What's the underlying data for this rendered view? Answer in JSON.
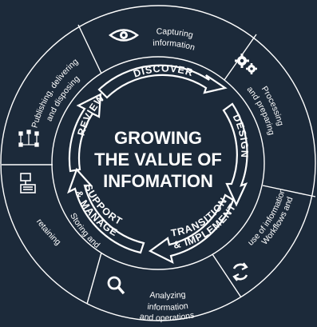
{
  "center": {
    "lines": [
      "GROWING",
      "THE VALUE OF",
      "INFOMATION"
    ]
  },
  "stages": [
    "DISCOVER",
    "DESIGN",
    "TRANSITION & IMPLEMENT",
    "SUPPORT & MANAGE",
    "REVIEW"
  ],
  "stage_lines": {
    "discover": [
      "DISCOVER"
    ],
    "design": [
      "DESIGN"
    ],
    "transition": [
      "TRANSITION",
      "& IMPLEMENT"
    ],
    "support": [
      "SUPPORT",
      "& MANAGE"
    ],
    "review": [
      "REVIEW"
    ]
  },
  "activities": {
    "capturing": [
      "Capturing",
      "information"
    ],
    "processing": [
      "Processing",
      "and preparing"
    ],
    "workflows": [
      "Workflows and",
      "use of information"
    ],
    "analyzing": [
      "Analyzing",
      "information",
      "and operations"
    ],
    "storing": [
      "Storing and",
      "retaining"
    ],
    "publishing": [
      "Publishing, delivering",
      "and disposing"
    ]
  },
  "icons": {
    "capturing": "eye-icon",
    "processing": "gears-icon",
    "workflows": "refresh-icon",
    "analyzing": "magnifier-icon",
    "storing": "storage-icon",
    "publishing": "network-icon"
  },
  "colors": {
    "background": "#1c2a3a",
    "ring": "#ffffff",
    "text": "#ffffff"
  }
}
